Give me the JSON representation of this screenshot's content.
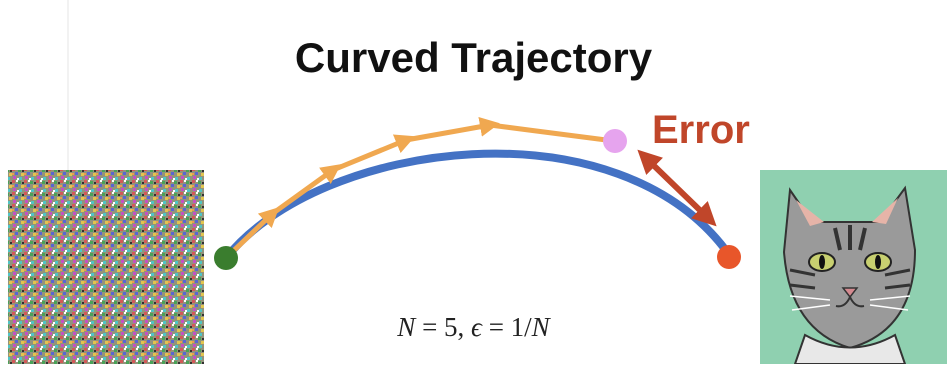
{
  "title": "Curved Trajectory",
  "error_label": "Error",
  "formula": {
    "n_var": "N",
    "eq1": " = 5, ",
    "eps": "ϵ",
    "eq2": " = 1/",
    "n_var2": "N"
  },
  "colors": {
    "true_path": "#4472c4",
    "estimated_path": "#f0a850",
    "start_point": "#3a7d2e",
    "end_point": "#e8562a",
    "estimate_end_point": "#e6a4ee",
    "error": "#c0462a",
    "cat_background": "#8fd0b0"
  },
  "icons": {
    "noise_image": "noise-image",
    "cat_image": "cat-image"
  }
}
